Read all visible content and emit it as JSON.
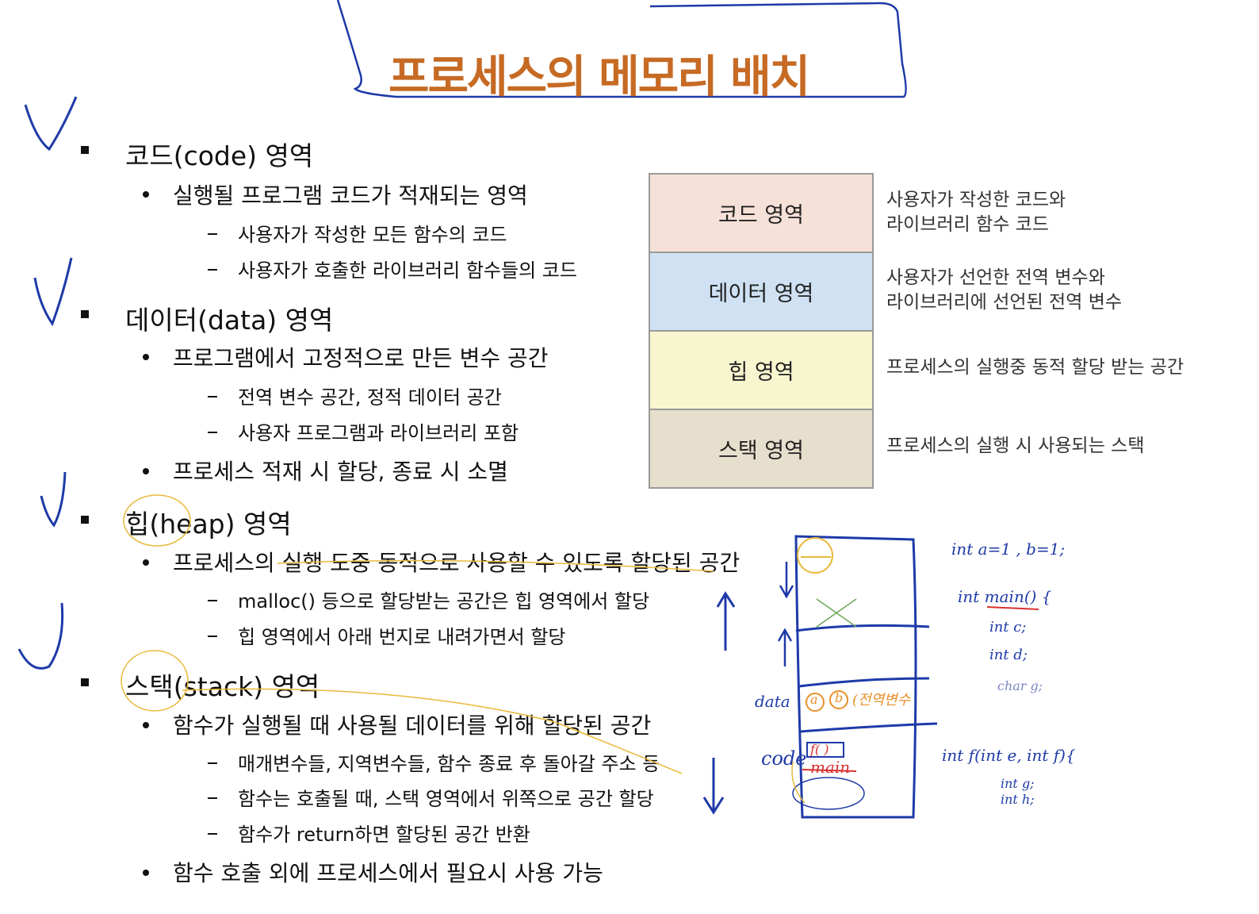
{
  "title": "프로세스의 메모리 배치",
  "sections": [
    {
      "heading": "코드(code) 영역",
      "items": [
        {
          "text": "실행될 프로그램 코드가 적재되는 영역",
          "subitems": [
            "사용자가 작성한 모든 함수의 코드",
            "사용자가 호출한 라이브러리 함수들의 코드"
          ]
        }
      ]
    },
    {
      "heading": "데이터(data) 영역",
      "items": [
        {
          "text": "프로그램에서 고정적으로 만든 변수 공간",
          "subitems": [
            "전역 변수 공간, 정적 데이터 공간",
            "사용자 프로그램과 라이브러리 포함"
          ]
        },
        {
          "text": "프로세스 적재 시 할당, 종료 시 소멸",
          "subitems": []
        }
      ]
    },
    {
      "heading": "힙(heap) 영역",
      "items": [
        {
          "text": "프로세스의 실행 도중 동적으로 사용할 수 있도록 할당된 공간",
          "subitems": [
            "malloc() 등으로 할당받는 공간은 힙 영역에서 할당",
            "힙 영역에서 아래 번지로 내려가면서 할당"
          ]
        }
      ]
    },
    {
      "heading": "스택(stack) 영역",
      "items": [
        {
          "text": "함수가 실행될 때 사용될 데이터를 위해 할당된 공간",
          "subitems": [
            "매개변수들, 지역변수들,  함수 종료 후 돌아갈 주소 등",
            "함수는 호출될 때, 스택 영역에서 위쪽으로 공간 할당",
            "함수가 return하면 할당된 공간 반환"
          ]
        },
        {
          "text": "함수 호출 외에 프로세스에서 필요시 사용 가능",
          "subitems": []
        }
      ]
    }
  ],
  "memory_table": [
    {
      "label": "코드 영역",
      "desc_line1": "사용자가 작성한 코드와",
      "desc_line2": "라이브러리 함수 코드",
      "color": "#f6e1d8"
    },
    {
      "label": "데이터 영역",
      "desc_line1": "사용자가 선언한 전역 변수와",
      "desc_line2": "라이브러리에 선언된 전역 변수",
      "color": "#cfe1f3"
    },
    {
      "label": "힙 영역",
      "desc_line1": "프로세스의 실행중 동적 할당 받는 공간",
      "desc_line2": "",
      "color": "#f8f6cf"
    },
    {
      "label": "스택 영역",
      "desc_line1": "프로세스의 실행 시 사용되는 스택",
      "desc_line2": "",
      "color": "#e7dfcd"
    }
  ],
  "handwriting": {
    "data_label": "data",
    "code_label": "code",
    "a_mark": "a",
    "b_mark": "b",
    "global_var": "(전역변수",
    "f_call": "f( )",
    "main_call": "main",
    "int_ab": "int  a=1 , b=1;",
    "int_main": "int main() {",
    "int_c": "int c;",
    "int_d": "int d;",
    "char_g": "char g;",
    "int_f": "int  f(int e, int f){",
    "int_g": "int g;",
    "int_h": "int h;"
  },
  "colors": {
    "title": "#c66a24",
    "pen_blue": "#1e3aa8",
    "pen_yellow": "#e8b93a",
    "pen_orange": "#e8902a",
    "pen_red": "#d93030",
    "pen_green": "#6aa85a"
  }
}
